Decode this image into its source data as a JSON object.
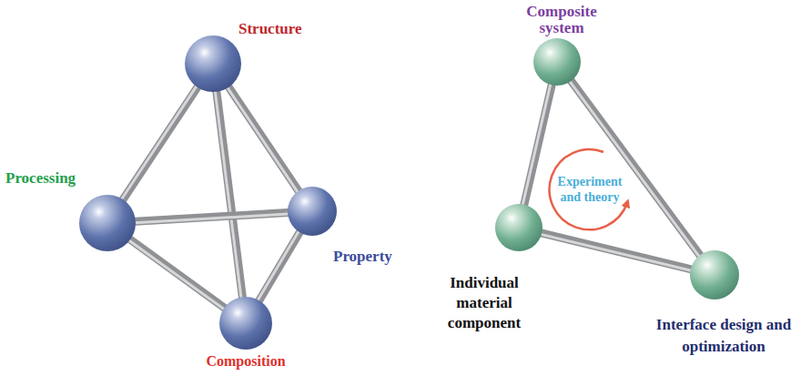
{
  "diagram": {
    "nodes": [
      {
        "text": [
          "Structure"
        ]
      },
      {
        "text": [
          "Processing"
        ]
      },
      {
        "text": [
          "Property"
        ]
      },
      {
        "text": [
          "Composition"
        ]
      },
      {
        "text": [
          "Composite system"
        ]
      },
      {
        "text": [
          "Individual material component"
        ]
      },
      {
        "text": [
          "Interface design and optimization"
        ]
      }
    ],
    "edges": [
      {
        "from": 0,
        "to": 1,
        "arrow": "none"
      },
      {
        "from": 0,
        "to": 2,
        "arrow": "none"
      },
      {
        "from": 0,
        "to": 3,
        "arrow": "none"
      },
      {
        "from": 1,
        "to": 2,
        "arrow": "none"
      },
      {
        "from": 1,
        "to": 3,
        "arrow": "none"
      },
      {
        "from": 2,
        "to": 3,
        "arrow": "none"
      },
      {
        "from": 4,
        "to": 5,
        "arrow": "none"
      },
      {
        "from": 4,
        "to": 6,
        "arrow": "none"
      },
      {
        "from": 5,
        "to": 6,
        "arrow": "none"
      }
    ],
    "labels": [
      "Experiment and theory"
    ]
  }
}
